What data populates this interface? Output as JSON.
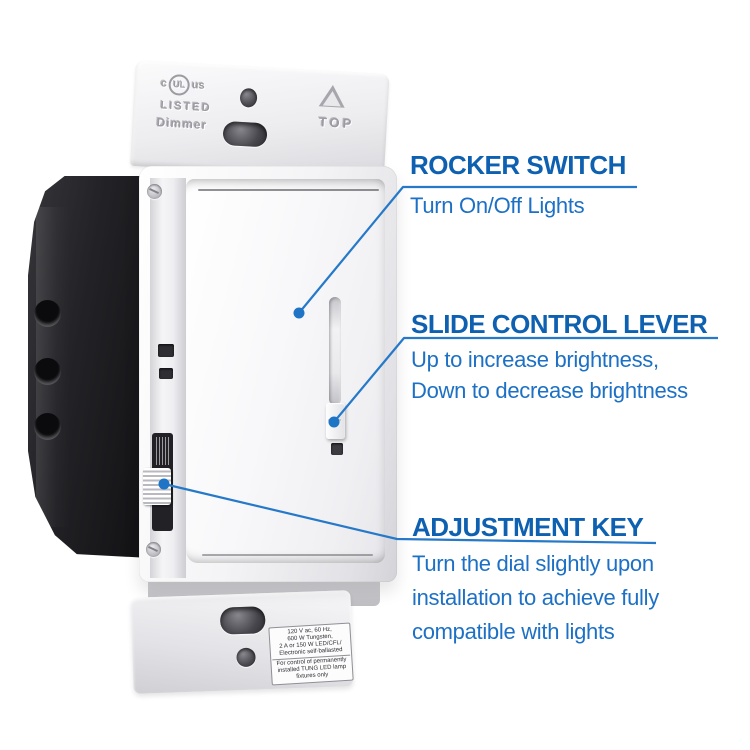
{
  "callouts": [
    {
      "title": "ROCKER SWITCH",
      "body": [
        "Turn On/Off Lights"
      ]
    },
    {
      "title": "SLIDE CONTROL LEVER",
      "body": [
        "Up to increase brightness,",
        "Down to decrease brightness"
      ]
    },
    {
      "title": "ADJUSTMENT KEY",
      "body": [
        "Turn the dial slightly upon",
        "installation to achieve fully",
        "compatible with lights"
      ]
    }
  ],
  "device": {
    "bracket_top": {
      "ul_prefix": "c",
      "ul_mark": "UL",
      "ul_suffix": "us",
      "listed": "LISTED",
      "product": "Dimmer",
      "orientation_label": "TOP",
      "orientation_icon": "triangle-up"
    },
    "spec_label": {
      "rating_lines": [
        "120 V ac, 60 Hz,",
        "600 W Tungsten,",
        "2 A or 150 W LED/CFL/",
        "Electronic self-ballasted"
      ],
      "note_lines": [
        "For control of permanently",
        "installed TUNG LED lamp",
        "fixtures only"
      ]
    }
  },
  "colors": {
    "heading_blue": "#0e60b0",
    "body_blue": "#1c70c5",
    "leader_line_blue": "#2579c8"
  }
}
